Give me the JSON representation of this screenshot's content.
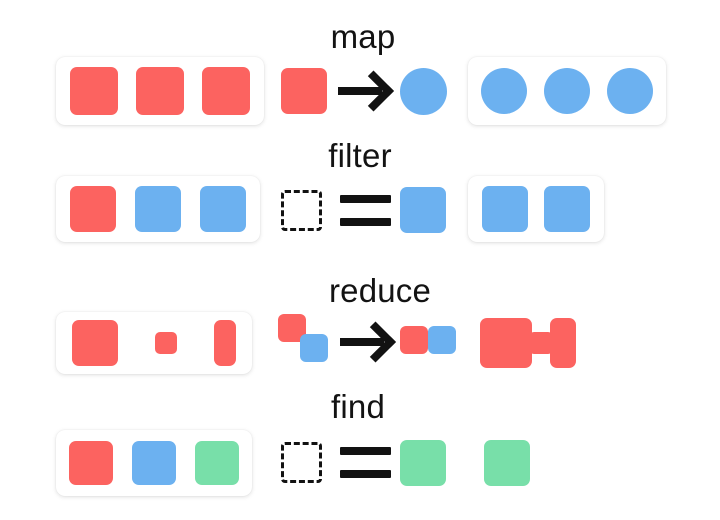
{
  "palette": {
    "red": "#FC6360",
    "blue": "#6CB1F0",
    "green": "#78DFA9",
    "ink": "#121212",
    "card": "#FFFFFF",
    "background": "#FFFFFF"
  },
  "diagram": {
    "title_style": "lowercase",
    "rows": [
      {
        "id": "map",
        "label": "map",
        "input_array": {
          "items": [
            {
              "shape": "square",
              "color": "#FC6360"
            },
            {
              "shape": "square",
              "color": "#FC6360"
            },
            {
              "shape": "square",
              "color": "#FC6360"
            }
          ]
        },
        "operator": {
          "kind": "transform",
          "glyph": "arrow-right",
          "from": {
            "shape": "square",
            "color": "#FC6360"
          },
          "to": {
            "shape": "circle",
            "color": "#6CB1F0"
          }
        },
        "output_array": {
          "items": [
            {
              "shape": "circle",
              "color": "#6CB1F0"
            },
            {
              "shape": "circle",
              "color": "#6CB1F0"
            },
            {
              "shape": "circle",
              "color": "#6CB1F0"
            }
          ]
        }
      },
      {
        "id": "filter",
        "label": "filter",
        "input_array": {
          "items": [
            {
              "shape": "square",
              "color": "#FC6360"
            },
            {
              "shape": "square",
              "color": "#6CB1F0"
            },
            {
              "shape": "square",
              "color": "#6CB1F0"
            }
          ]
        },
        "operator": {
          "kind": "predicate",
          "glyph": "equals",
          "from": {
            "shape": "square-dashed",
            "color": "transparent"
          },
          "to": {
            "shape": "square",
            "color": "#6CB1F0"
          }
        },
        "output_array": {
          "items": [
            {
              "shape": "square",
              "color": "#6CB1F0"
            },
            {
              "shape": "square",
              "color": "#6CB1F0"
            }
          ]
        }
      },
      {
        "id": "reduce",
        "label": "reduce",
        "input_array": {
          "items": [
            {
              "shape": "square",
              "color": "#FC6360",
              "size": "large"
            },
            {
              "shape": "square",
              "color": "#FC6360",
              "size": "small"
            },
            {
              "shape": "square",
              "color": "#FC6360",
              "size": "tall"
            }
          ]
        },
        "operator": {
          "kind": "accumulate",
          "glyph": "arrow-right",
          "from": [
            {
              "shape": "square",
              "color": "#FC6360"
            },
            {
              "shape": "square",
              "color": "#6CB1F0"
            }
          ],
          "to": [
            {
              "shape": "square",
              "color": "#FC6360"
            },
            {
              "shape": "square",
              "color": "#6CB1F0"
            }
          ]
        },
        "output_merged": {
          "items": [
            {
              "shape": "square",
              "color": "#FC6360",
              "size": "large"
            },
            {
              "shape": "square",
              "color": "#FC6360",
              "size": "small"
            },
            {
              "shape": "square",
              "color": "#FC6360",
              "size": "tall"
            }
          ]
        }
      },
      {
        "id": "find",
        "label": "find",
        "input_array": {
          "items": [
            {
              "shape": "square",
              "color": "#FC6360"
            },
            {
              "shape": "square",
              "color": "#6CB1F0"
            },
            {
              "shape": "square",
              "color": "#78DFA9"
            }
          ]
        },
        "operator": {
          "kind": "predicate",
          "glyph": "equals",
          "from": {
            "shape": "square-dashed",
            "color": "transparent"
          },
          "to": {
            "shape": "square",
            "color": "#78DFA9"
          }
        },
        "output_single": {
          "shape": "square",
          "color": "#78DFA9"
        }
      }
    ]
  }
}
